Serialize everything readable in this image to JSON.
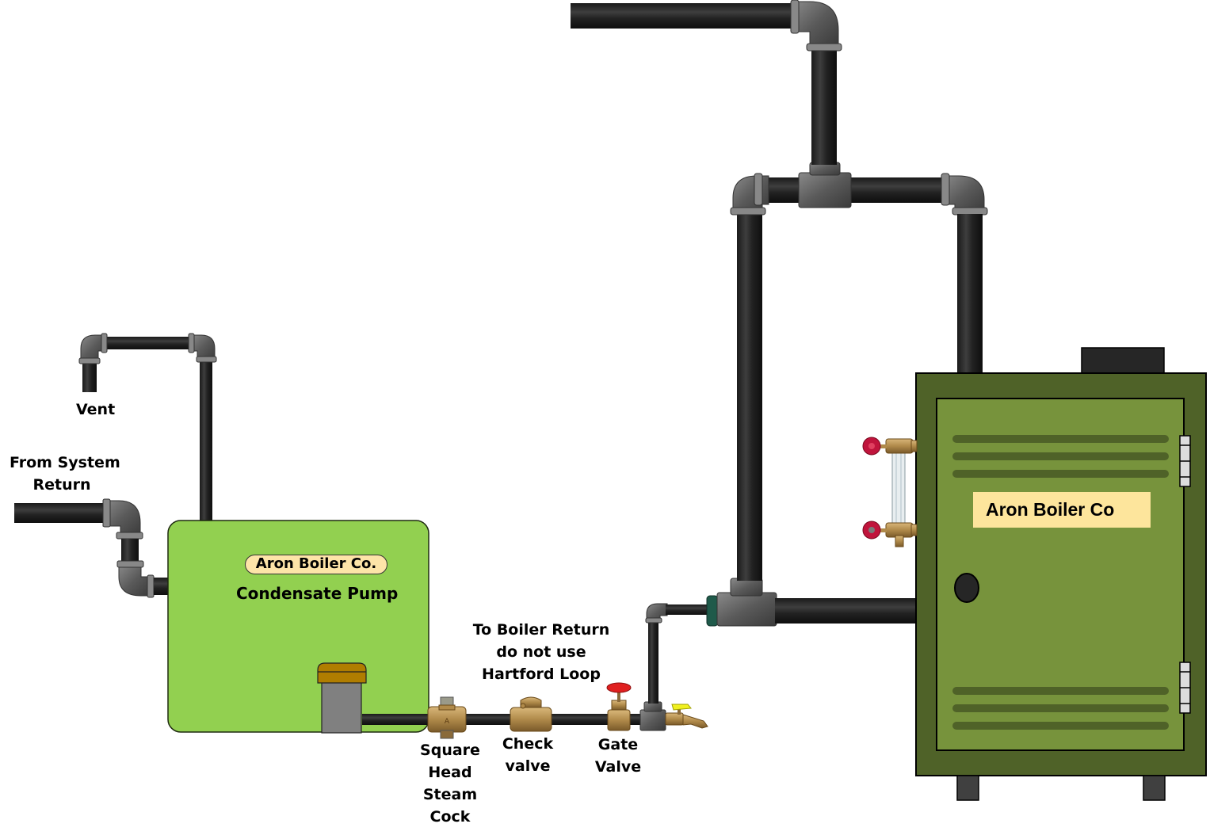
{
  "diagram": {
    "title": "Condensate pump piping to boiler return",
    "labels": {
      "vent": "Vent",
      "from_system_return_line1": "From System",
      "from_system_return_line2": "Return",
      "boiler_return_note_line1": "To Boiler Return",
      "boiler_return_note_line2": "do not use",
      "boiler_return_note_line3": "Hartford Loop",
      "square_head_line1": "Square",
      "square_head_line2": "Head",
      "square_head_line3": "Steam",
      "square_head_line4": "Cock",
      "check_valve_line1": "Check",
      "check_valve_line2": "valve",
      "gate_valve_line1": "Gate",
      "gate_valve_line2": "Valve"
    },
    "condensate_pump": {
      "brand": "Aron Boiler Co.",
      "name": "Condensate Pump",
      "color": "#92d050"
    },
    "boiler": {
      "brand": "Aron Boiler Co",
      "body_color": "#4f6228",
      "door_color": "#77933c",
      "plate_color": "#fde59c"
    },
    "components": [
      {
        "id": "square-head-steam-cock",
        "type": "valve"
      },
      {
        "id": "check-valve",
        "type": "valve"
      },
      {
        "id": "gate-valve",
        "type": "valve",
        "handle_color": "#e02020"
      },
      {
        "id": "drain-cock",
        "type": "valve",
        "handle_color": "#f0f020"
      },
      {
        "id": "sight-glass",
        "type": "gauge-glass",
        "handle_color": "#c0143c"
      }
    ],
    "colors": {
      "pipe": "#262626",
      "fitting": "#5a5a5a",
      "brass": "#b08a4a"
    }
  }
}
